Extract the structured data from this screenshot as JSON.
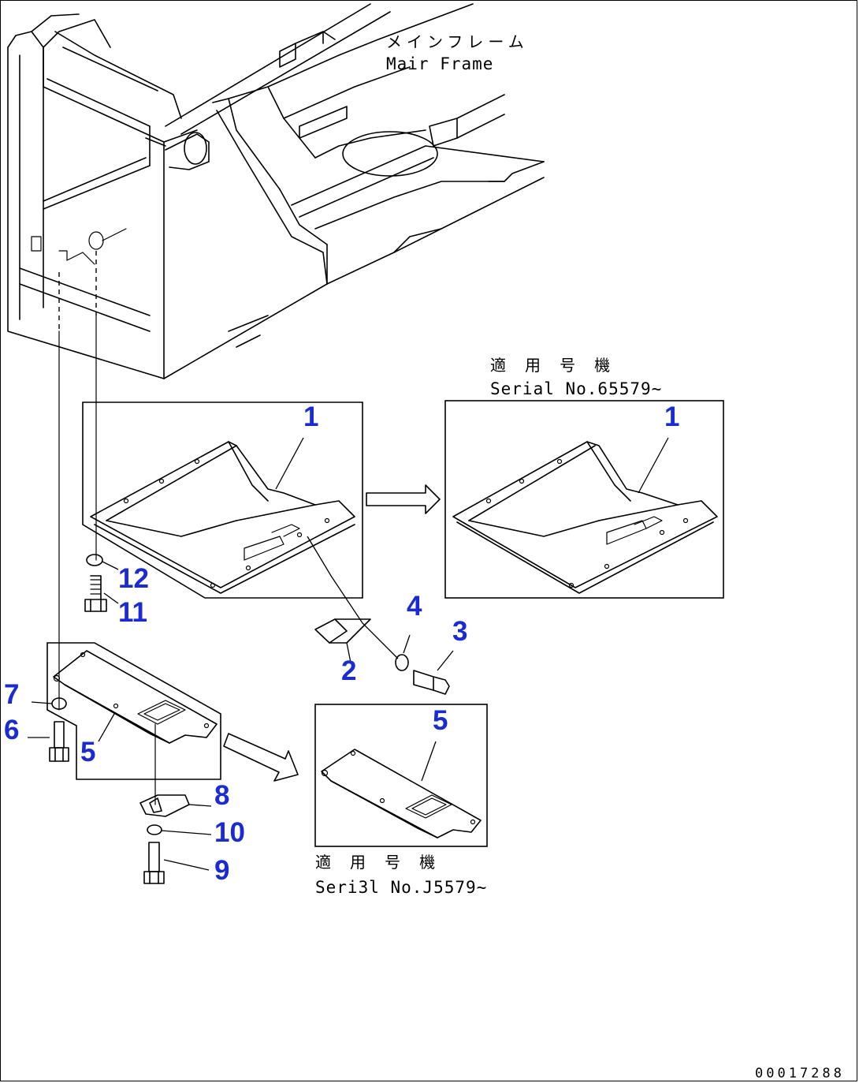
{
  "labels": {
    "main_frame_jp": "メインフレーム",
    "main_frame_en": "Mair Frame",
    "applicable_jp_top": "適 用 号 機",
    "serial_top": "Serial No.65579~",
    "applicable_jp_bottom": "適 用 号 機",
    "serial_bottom": "Seri3l No.J5579~",
    "doc_number": "00017288"
  },
  "callouts": {
    "c1a": "1",
    "c1b": "1",
    "c2": "2",
    "c3": "3",
    "c4": "4",
    "c5a": "5",
    "c5b": "5",
    "c6": "6",
    "c7": "7",
    "c8": "8",
    "c9": "9",
    "c10": "10",
    "c11": "11",
    "c12": "12"
  },
  "colors": {
    "callout": "#1a2bd6",
    "line": "#000000"
  }
}
